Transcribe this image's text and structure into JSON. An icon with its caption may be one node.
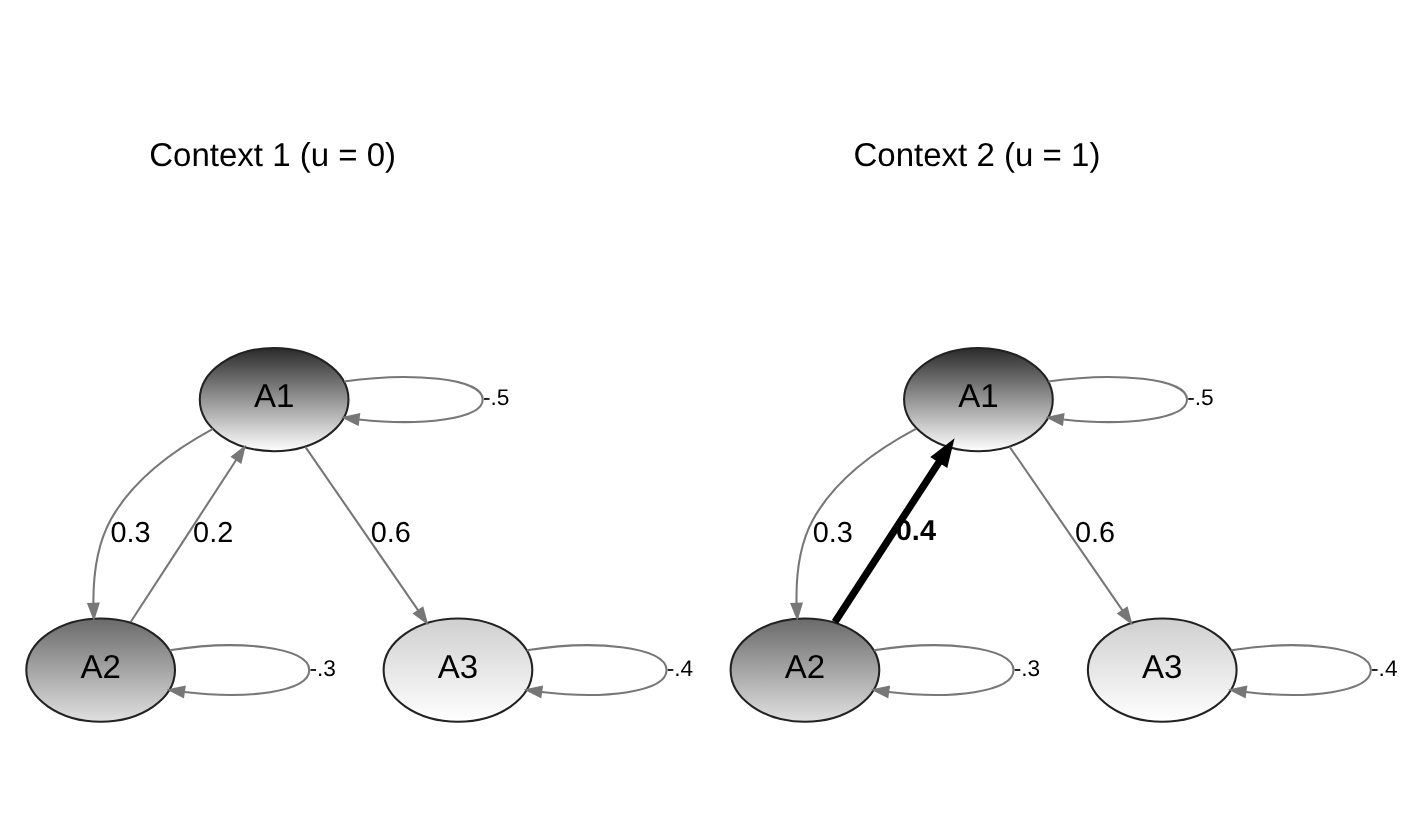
{
  "diagram": {
    "nodes": [
      {
        "text": [
          "A1"
        ]
      },
      {
        "text": [
          "A2"
        ]
      },
      {
        "text": [
          "A3"
        ]
      },
      {
        "text": [
          "A1"
        ]
      },
      {
        "text": [
          "A2"
        ]
      },
      {
        "text": [
          "A3"
        ]
      }
    ],
    "edges": [
      {
        "from": 0,
        "to": 0,
        "arrow": "to",
        "label": "-.5"
      },
      {
        "from": 1,
        "to": 0,
        "arrow": "to",
        "label": "0.2"
      },
      {
        "from": 0,
        "to": 2,
        "arrow": "to",
        "label": "0.6"
      },
      {
        "from": 0,
        "to": 1,
        "arrow": "to",
        "label": "0.3"
      },
      {
        "from": 1,
        "to": 1,
        "arrow": "to",
        "label": "-.3"
      },
      {
        "from": 2,
        "to": 2,
        "arrow": "to",
        "label": "-.4"
      },
      {
        "from": 3,
        "to": 3,
        "arrow": "to",
        "label": "-.5"
      },
      {
        "from": 4,
        "to": 3,
        "arrow": "to",
        "label": "0.4",
        "style": "thick",
        "color": "#000000"
      },
      {
        "from": 3,
        "to": 5,
        "arrow": "to",
        "label": "0.6"
      },
      {
        "from": 3,
        "to": 4,
        "arrow": "to",
        "label": "0.3"
      },
      {
        "from": 4,
        "to": 4,
        "arrow": "to",
        "label": "-.3"
      },
      {
        "from": 5,
        "to": 5,
        "arrow": "to",
        "label": "-.4"
      }
    ],
    "labels": [
      "Context 1 (u = 0)",
      "Context 2 (u = 1)"
    ]
  }
}
